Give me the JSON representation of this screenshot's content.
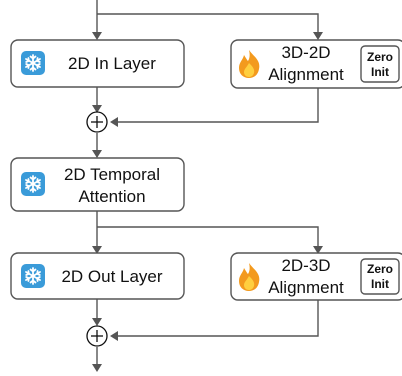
{
  "blocks": {
    "in_layer": {
      "label": "2D In Layer",
      "icon": "snowflake-icon"
    },
    "align_3d2d": {
      "label_line1": "3D-2D",
      "label_line2": "Alignment",
      "icon": "flame-icon",
      "badge_line1": "Zero",
      "badge_line2": "Init"
    },
    "temporal": {
      "label_line1": "2D Temporal",
      "label_line2": "Attention",
      "icon": "snowflake-icon"
    },
    "out_layer": {
      "label": "2D Out Layer",
      "icon": "snowflake-icon"
    },
    "align_2d3d": {
      "label_line1": "2D-3D",
      "label_line2": "Alignment",
      "icon": "flame-icon",
      "badge_line1": "Zero",
      "badge_line2": "Init"
    }
  },
  "colors": {
    "snowflake_badge": "#3a9bd9",
    "snowflake": "#ffffff",
    "flame_outer": "#f39a1e",
    "flame_inner": "#ffcf3f",
    "zero_init_badge": "#8fd0ec",
    "line": "#555555"
  }
}
